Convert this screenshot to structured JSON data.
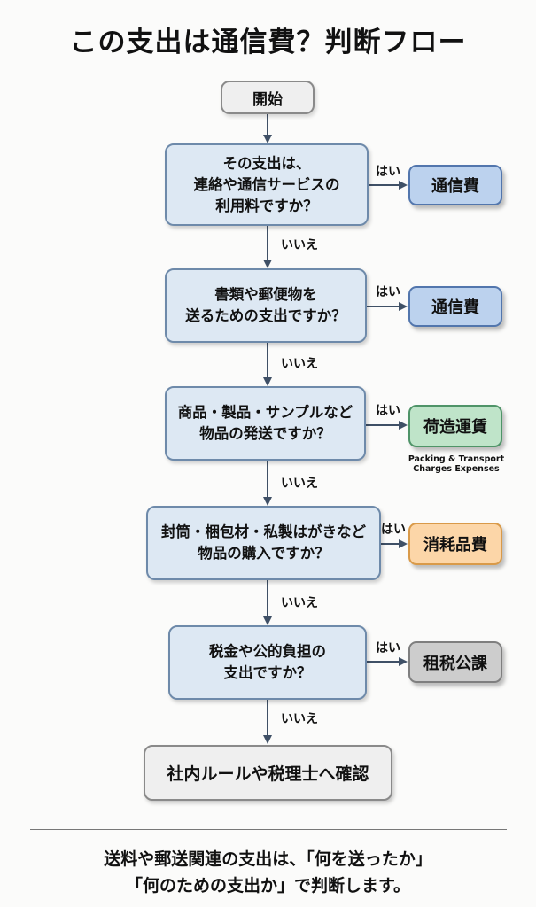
{
  "title": "この支出は通信費？判断フロー",
  "start": "開始",
  "yes_label": "はい",
  "no_label": "いいえ",
  "questions": [
    "その支出は、\n連絡や通信サービスの\n利用料ですか？",
    "書類や郵便物を\n送るための支出ですか？",
    "商品・製品・サンプルなど\n物品の発送ですか？",
    "封筒・梱包材・私製はがきなど\n物品の購入ですか？",
    "税金や公的負担の\n支出ですか？"
  ],
  "results": [
    "通信費",
    "通信費",
    "荷造運賃",
    "消耗品費",
    "租税公課"
  ],
  "result_subtitle": "Packing & Transport\nCharges Expenses",
  "final": "社内ルールや税理士へ確認",
  "footer": [
    "送料や郵送関連の支出は、「何を送ったか」",
    "「何のための支出か」で判断します。"
  ],
  "colors": {
    "question_fill": "#dde8f3",
    "result_blue": "#bcd2ee",
    "result_green": "#bfe4c9",
    "result_orange": "#fcd6a8",
    "result_gray": "#cdcdcd",
    "arrow": "#3f5066"
  }
}
